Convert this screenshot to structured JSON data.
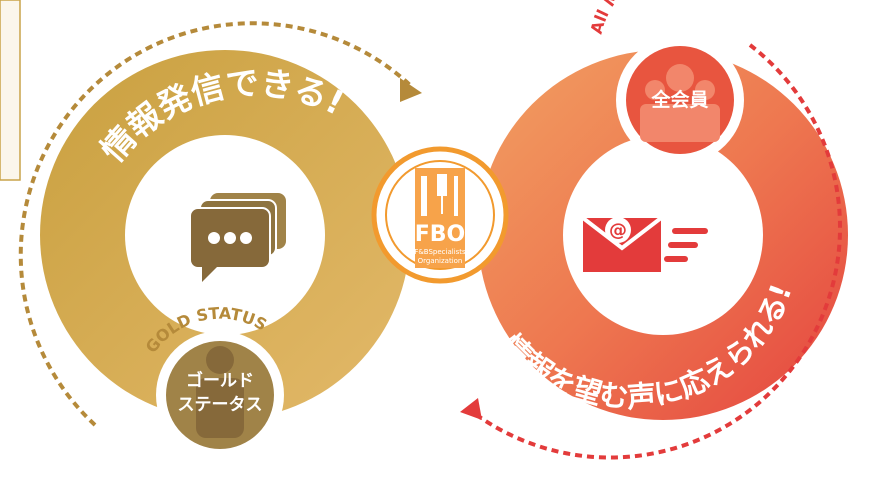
{
  "left_loop": {
    "arc_text": "情報発信できる!",
    "badge_arc_text": "GOLD STATUS",
    "badge_line1": "ゴールド",
    "badge_line2": "ステータス",
    "icon": "chat-bubbles-icon",
    "color": "#c9a34a"
  },
  "right_loop": {
    "arc_text": "情報を望む声に応えられる!",
    "badge_arc_text": "All MEMBERS",
    "badge_label": "全会員",
    "icon": "email-send-icon",
    "color": "#e8553f"
  },
  "center_logo": {
    "title": "FBO",
    "line1": "F&BSpecialists",
    "line2": "Organization",
    "color": "#f29a2e"
  }
}
